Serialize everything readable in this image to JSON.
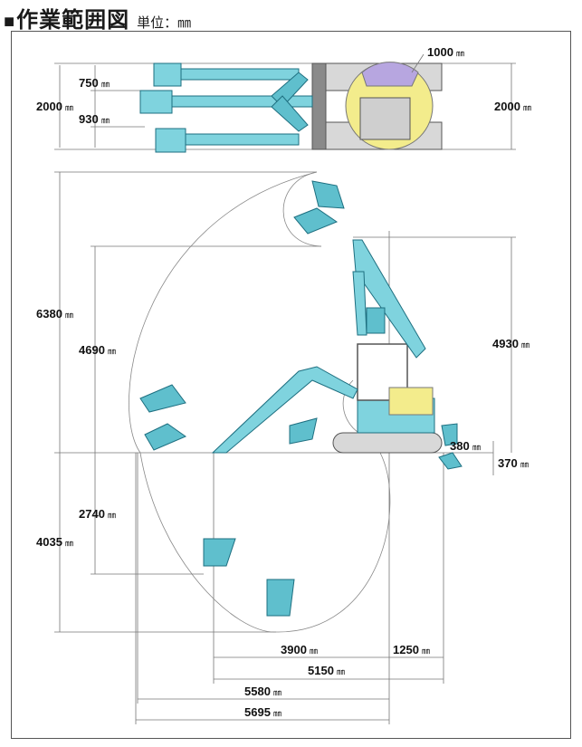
{
  "header": {
    "marker": "■",
    "title": "作業範囲図",
    "unit": "単位：㎜"
  },
  "top_view": {
    "width_left": "2000",
    "width_right": "2000",
    "offset_upper": "750",
    "offset_lower": "930",
    "tail_radius": "1000",
    "unit": "㎜"
  },
  "side_view": {
    "max_reach_height": "6380",
    "dump_height": "4690",
    "height_at_boom": "4930",
    "max_dig_depth": "4035",
    "vertical_dig_depth": "2740",
    "blade_up": "380",
    "blade_down": "370",
    "reach_a": "3900",
    "reach_b": "1250",
    "reach_c": "5150",
    "reach_d": "5580",
    "reach_e": "5695",
    "unit": "㎜"
  },
  "colors": {
    "machine": "#7fd3de",
    "machine_outline": "#1e6f80",
    "cab_yellow": "#f3ec8c",
    "counterweight": "#b7a6e0",
    "track": "#d8d8d8"
  }
}
